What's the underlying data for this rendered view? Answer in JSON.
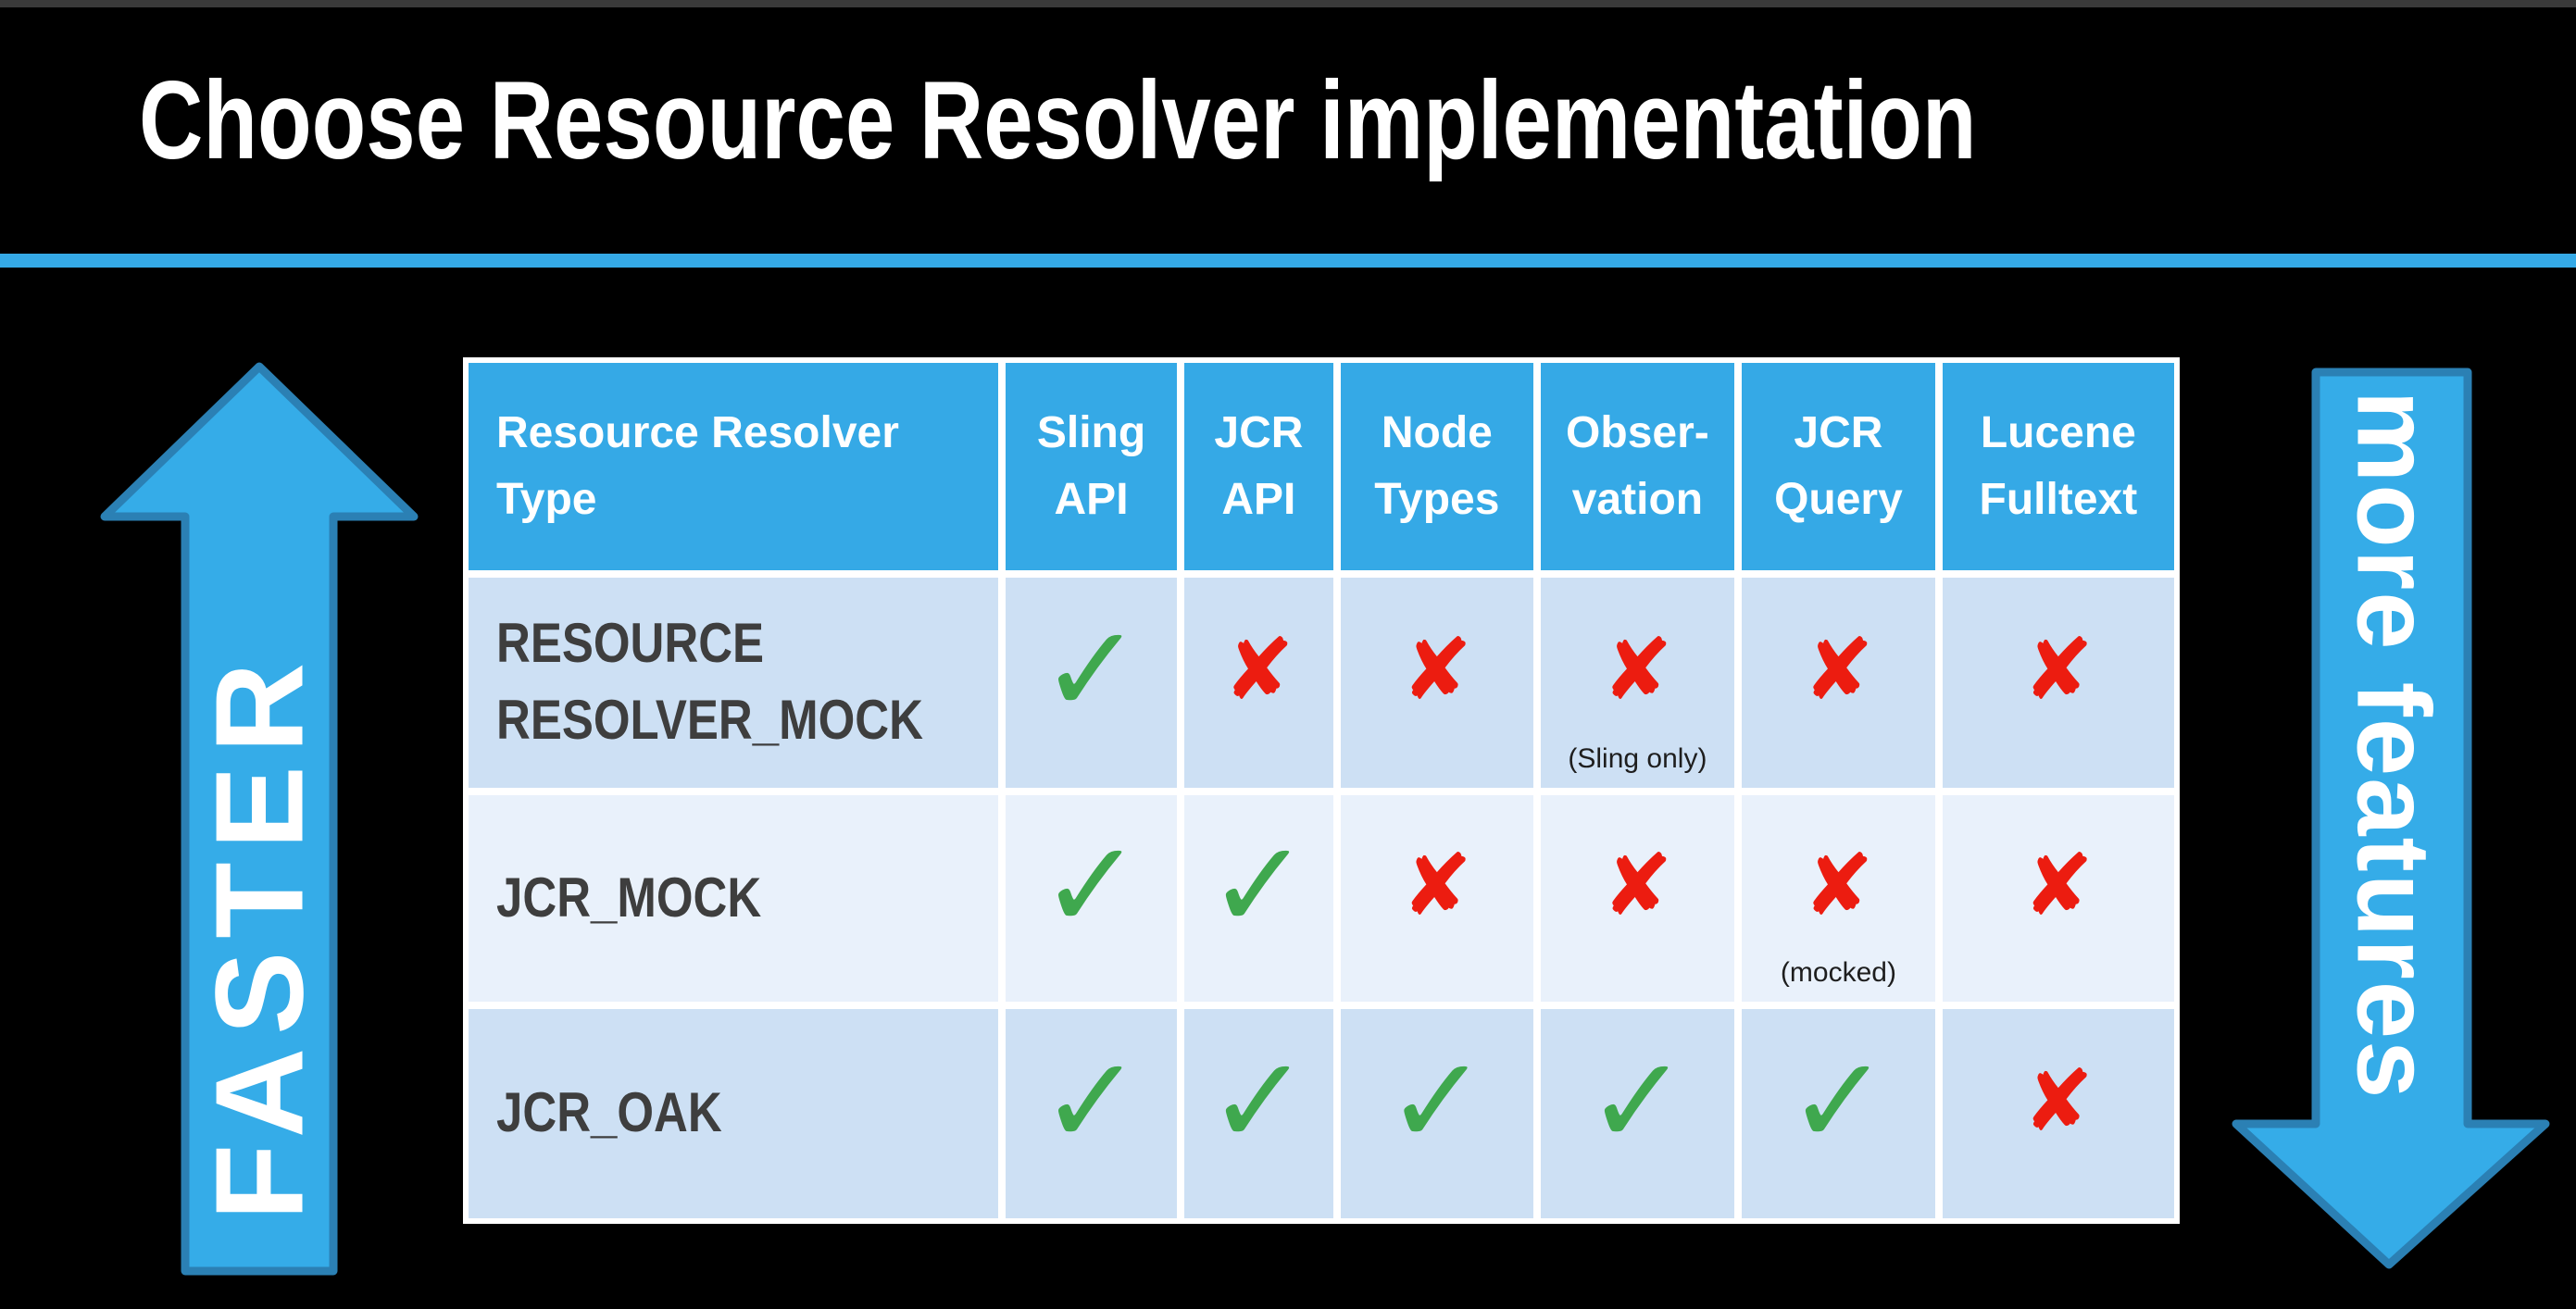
{
  "slide": {
    "title": "Choose Resource Resolver implementation"
  },
  "arrows": {
    "left": {
      "label": "FASTER",
      "direction": "up"
    },
    "right": {
      "label": "more features",
      "direction": "down"
    }
  },
  "glyphs": {
    "check": "✓",
    "x": "✘"
  },
  "colors": {
    "accent_blue": "#35A9E6",
    "header_bg": "#35A9E6",
    "arrow_fill": "#35ACE8",
    "arrow_border": "#2B80B4",
    "row_bg_a": "#CDE0F4",
    "row_bg_b": "#E9F1FB",
    "check_green": "#3FA84E",
    "cross_red": "#EC1C10"
  },
  "table": {
    "headers": [
      {
        "line1": "Resource Resolver",
        "line2": "Type"
      },
      {
        "line1": "Sling",
        "line2": "API"
      },
      {
        "line1": "JCR",
        "line2": "API"
      },
      {
        "line1": "Node",
        "line2": "Types"
      },
      {
        "line1": "Obser-",
        "line2": "vation"
      },
      {
        "line1": "JCR",
        "line2": "Query"
      },
      {
        "line1": "Lucene",
        "line2": "Fulltext"
      }
    ],
    "rows": [
      {
        "name": "RESOURCE RESOLVER_MOCK",
        "cells": [
          {
            "mark": "check"
          },
          {
            "mark": "x"
          },
          {
            "mark": "x"
          },
          {
            "mark": "x",
            "note": "(Sling only)"
          },
          {
            "mark": "x"
          },
          {
            "mark": "x"
          }
        ]
      },
      {
        "name": "JCR_MOCK",
        "cells": [
          {
            "mark": "check"
          },
          {
            "mark": "check"
          },
          {
            "mark": "x"
          },
          {
            "mark": "x"
          },
          {
            "mark": "x",
            "note": "(mocked)"
          },
          {
            "mark": "x"
          }
        ]
      },
      {
        "name": "JCR_OAK",
        "cells": [
          {
            "mark": "check"
          },
          {
            "mark": "check"
          },
          {
            "mark": "check"
          },
          {
            "mark": "check"
          },
          {
            "mark": "check"
          },
          {
            "mark": "x"
          }
        ]
      }
    ]
  }
}
